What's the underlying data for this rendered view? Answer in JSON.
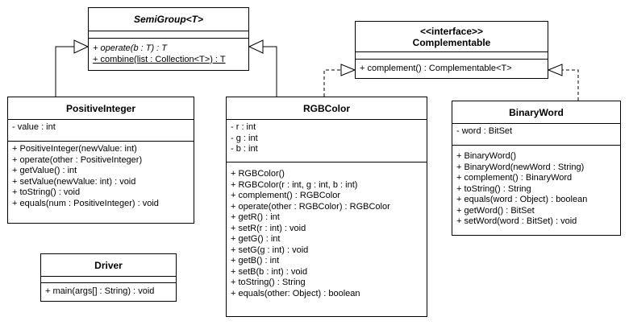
{
  "classes": {
    "semigroup": {
      "name": "SemiGroup<T>",
      "members": [
        "+ operate(b : T) : T",
        "+ combine(list : Collection<T>) : T"
      ]
    },
    "complementable": {
      "stereotype": "<<interface>>",
      "name": "Complementable",
      "members": [
        "+ complement() : Complementable<T>"
      ]
    },
    "positiveinteger": {
      "name": "PositiveInteger",
      "fields": [
        "- value : int"
      ],
      "methods": [
        "+ PositiveInteger(newValue: int)",
        "+ operate(other : PositiveInteger)",
        "+ getValue() : int",
        "+ setValue(newValue: int) : void",
        "+ toString() : void",
        "+ equals(num : PositiveInteger) : void"
      ]
    },
    "rgbcolor": {
      "name": "RGBColor",
      "fields": [
        "- r : int",
        "- g : int",
        "- b : int"
      ],
      "methods": [
        "+ RGBColor()",
        "+ RGBColor(r : int, g : int, b : int)",
        "+ complement() : RGBColor",
        "+ operate(other : RGBColor) : RGBColor",
        "+ getR() : int",
        "+ setR(r : int) : void",
        "+ getG() : int",
        "+ setG(g : int) : void",
        "+ getB() : int",
        "+ setB(b : int) : void",
        "+ toString() : String",
        "+ equals(other: Object) : boolean"
      ]
    },
    "binaryword": {
      "name": "BinaryWord",
      "fields": [
        "- word : BitSet"
      ],
      "methods": [
        "+ BinaryWord()",
        "+ BinaryWord(newWord : String)",
        "+ complement() : BinaryWord",
        "+ toString() : String",
        "+ equals(word : Object) : boolean",
        "+ getWord() : BitSet",
        "+ setWord(word : BitSet) : void"
      ]
    },
    "driver": {
      "name": "Driver",
      "methods": [
        "+ main(args[] : String) : void"
      ]
    }
  },
  "relations": [
    {
      "from": "PositiveInteger",
      "to": "SemiGroup<T>",
      "kind": "generalization"
    },
    {
      "from": "RGBColor",
      "to": "SemiGroup<T>",
      "kind": "generalization"
    },
    {
      "from": "RGBColor",
      "to": "Complementable",
      "kind": "realization"
    },
    {
      "from": "BinaryWord",
      "to": "Complementable",
      "kind": "realization"
    }
  ]
}
